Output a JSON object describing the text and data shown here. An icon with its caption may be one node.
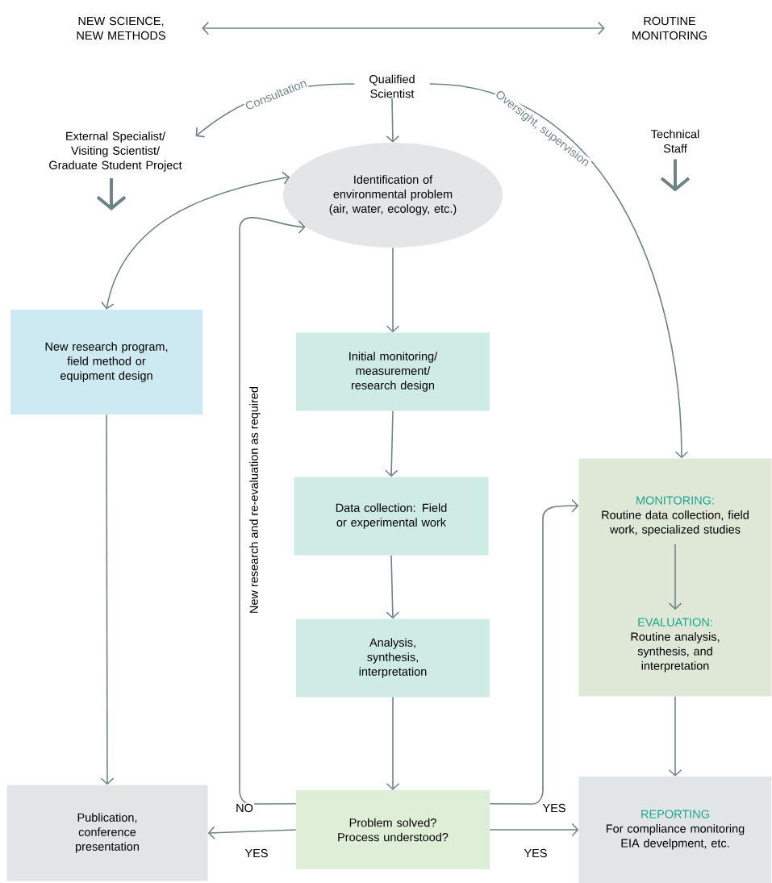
{
  "diagram": {
    "nodes": [
      {
        "text": [
          "NEW SCIENCE, NEW METHODS"
        ]
      },
      {
        "text": [
          "ROUTINE MONITORING"
        ]
      },
      {
        "text": [
          "Qualified Scientist"
        ]
      },
      {
        "text": [
          "External Specialist/ Visiting Scientist/ Graduate Student Project"
        ]
      },
      {
        "text": [
          "Technical Staff"
        ]
      },
      {
        "text": [
          "Identification of environmental problem (air, water, ecology, etc.)"
        ]
      },
      {
        "text": [
          "New research program, field method or equipment design"
        ]
      },
      {
        "text": [
          "Initial monitoring/ measurement/ research design"
        ]
      },
      {
        "text": [
          "Data collection: Field or experimental work"
        ]
      },
      {
        "text": [
          "Analysis, synthesis, interpretation"
        ]
      },
      {
        "text": [],
        "shape": "box"
      },
      {
        "text": [
          "MONITORING:",
          "Routine data collection, field work, specialized studies"
        ],
        "in": 10
      },
      {
        "text": [
          "EVALUATION:",
          "Routine analysis, synthesis, and interpretation"
        ],
        "in": 10
      },
      {
        "text": [
          "Publication, conference presentation"
        ]
      },
      {
        "text": [
          "Problem solved? Process understood?"
        ]
      },
      {
        "text": [
          "REPORTING",
          "For compliance monitoring EIA develpment, etc."
        ]
      }
    ],
    "edges": [
      {
        "from": 0,
        "to": 1,
        "arrow": "both"
      },
      {
        "from": 2,
        "to": 3,
        "arrow": "to",
        "label": "Consultation"
      },
      {
        "from": 2,
        "to": 5,
        "arrow": "to"
      },
      {
        "from": 2,
        "to": 10,
        "arrow": "to",
        "label": "Oversight, supervision"
      },
      {
        "from": 3,
        "to": null,
        "arrow": "to",
        "style": "thick"
      },
      {
        "from": 4,
        "to": null,
        "arrow": "to",
        "style": "thick"
      },
      {
        "from": 5,
        "to": 6,
        "arrow": "both"
      },
      {
        "from": 5,
        "to": 7,
        "arrow": "to"
      },
      {
        "from": 7,
        "to": 8,
        "arrow": "to"
      },
      {
        "from": 8,
        "to": 9,
        "arrow": "to"
      },
      {
        "from": 9,
        "to": 14,
        "arrow": "to"
      },
      {
        "from": 14,
        "to": 5,
        "arrow": "to",
        "label": "NO"
      },
      {
        "from": 14,
        "to": 10,
        "arrow": "to",
        "label": "YES"
      },
      {
        "from": 14,
        "to": 15,
        "arrow": "to",
        "label": "YES"
      },
      {
        "from": 14,
        "to": 13,
        "arrow": "to",
        "label": "YES"
      },
      {
        "from": 6,
        "to": 13,
        "arrow": "to"
      },
      {
        "from": 10,
        "to": 15,
        "arrow": "to"
      },
      {
        "from": 11,
        "to": 12,
        "arrow": "to"
      }
    ],
    "labels": [
      "New research and re-evaluation as required"
    ]
  }
}
